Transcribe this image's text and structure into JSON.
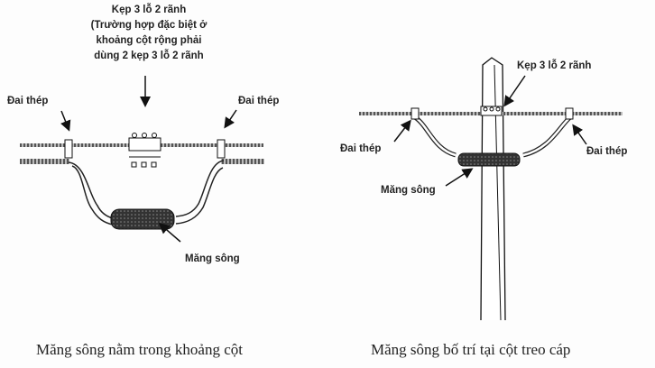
{
  "left_figure": {
    "clamp_label_lines": [
      "Kẹp 3 lỗ 2 rãnh",
      "(Trường hợp đặc biệt ở",
      "khoảng cột rộng phải",
      "dùng 2 kẹp 3 lỗ 2 rãnh"
    ],
    "steel_band_left": "Đai thép",
    "steel_band_right": "Đai thép",
    "sleeve_label": "Măng sông",
    "caption": "Măng sông nằm trong khoảng cột"
  },
  "right_figure": {
    "clamp_label": "Kẹp 3 lỗ 2 rãnh",
    "steel_band_left": "Đai thép",
    "steel_band_right": "Đai thép",
    "sleeve_label": "Măng sông",
    "caption": "Măng sông bố trí tại cột treo cáp"
  }
}
